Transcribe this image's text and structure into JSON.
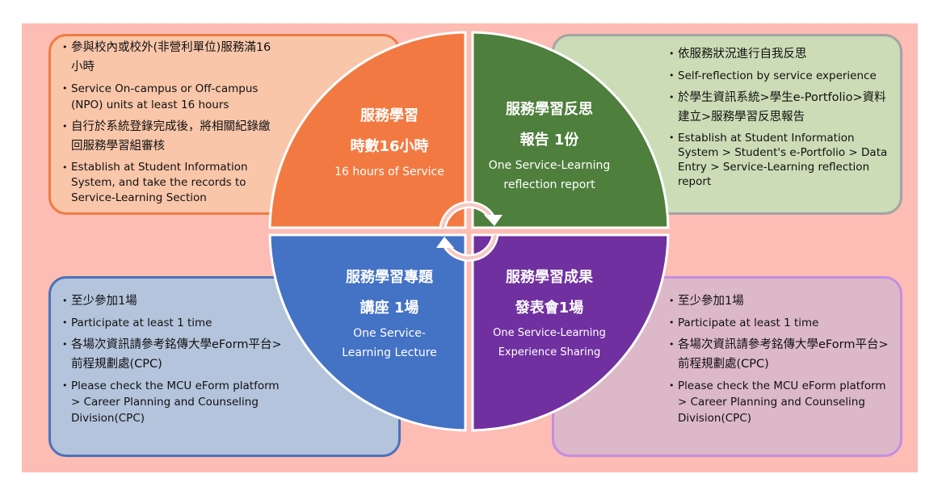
{
  "quadrants": {
    "top_left": {
      "title1": "服務學習",
      "title2": "時數16小時",
      "subtitle": "16 hours of Service",
      "color": "#f27a42"
    },
    "top_right": {
      "title1": "服務學習反思",
      "title2": "報告 1份",
      "subtitle": "One Service-Learning reflection report",
      "color": "#4e7f3c"
    },
    "bottom_left": {
      "title1": "服務學習專題",
      "title2": "講座 1場",
      "subtitle": "One Service-Learning Lecture",
      "color": "#4472c4"
    },
    "bottom_right": {
      "title1": "服務學習成果",
      "title2": "發表會1場",
      "subtitle": "One Service-Learning Experience Sharing",
      "color": "#7030a0"
    }
  },
  "boxes": {
    "top_left": [
      "參與校內或校外(非營利單位)服務滿16小時",
      "Service On-campus or Off-campus (NPO) units at least 16 hours",
      "自行於系統登錄完成後，將相關紀錄繳回服務學習組審核",
      "Establish at Student Information System, and take the records to Service-Learning Section"
    ],
    "top_right": [
      "依服務狀況進行自我反思",
      "Self-reflection by service experience",
      "於學生資訊系統>學生e-Portfolio>資料建立>服務學習反思報告",
      "Establish at Student Information System > Student's e-Portfolio > Data Entry > Service-Learning reflection report"
    ],
    "bottom_left": [
      "至少參加1場",
      "Participate at least 1 time",
      "各場次資訊請參考銘傳大學eForm平台>前程規劃處(CPC)",
      "Please check the MCU eForm platform > Career Planning and Counseling Division(CPC)"
    ],
    "bottom_right": [
      "至少參加1場",
      "Participate at least 1 time",
      "各場次資訊請參考銘傳大學eForm平台>前程規劃處(CPC)",
      "Please check the MCU eForm platform > Career Planning and Counseling Division(CPC)"
    ]
  }
}
